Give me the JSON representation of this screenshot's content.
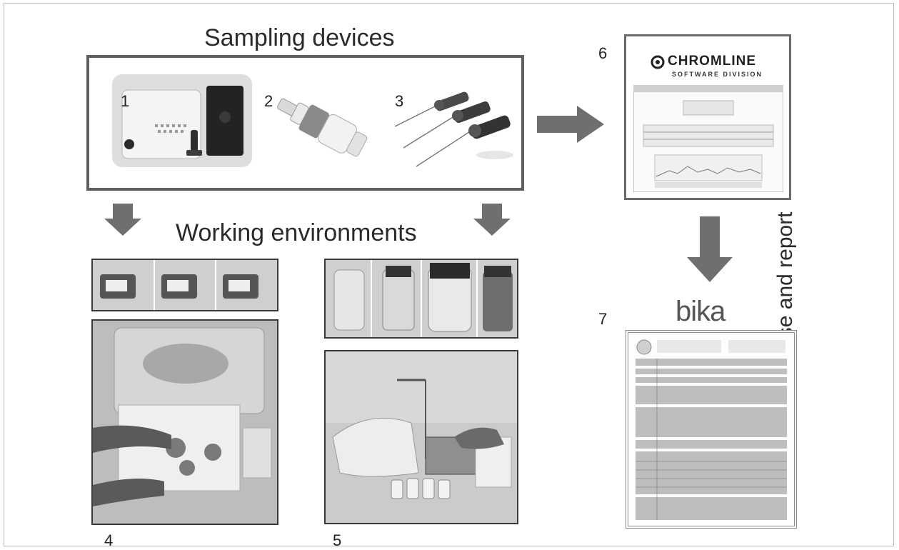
{
  "title": "Sampling devices",
  "subtitle": "Working environments",
  "side_label": "Database and report",
  "labels": {
    "n1": "1",
    "n2": "2",
    "n3": "3",
    "n4": "4",
    "n5": "5",
    "n6": "6",
    "n7": "7"
  },
  "chromline": {
    "brand": "CHROMLINE",
    "division": "SOFTWARE DIVISION"
  },
  "bika": {
    "brand": "bika"
  },
  "colors": {
    "arrow": "#6f6f6f",
    "box_border": "#5f5f5f",
    "photo_bg": "#d8d8d8"
  }
}
